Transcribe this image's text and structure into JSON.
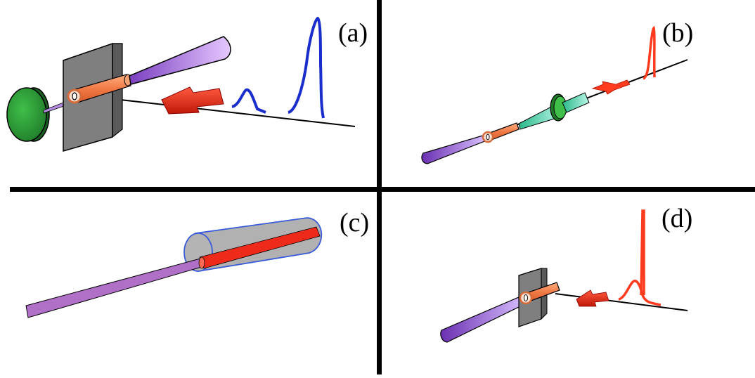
{
  "panels": {
    "a": {
      "label": "(a)"
    },
    "b": {
      "label": "(b)"
    },
    "c": {
      "label": "(c)"
    },
    "d": {
      "label": "(d)"
    }
  },
  "colors": {
    "divider": "#000000",
    "plate": "#7a7a7a",
    "plasma_channel": "#f07a45",
    "laser_pulse": "#b48ce0",
    "mirror": "#2e9a3a",
    "pulse_trace_blue": "#1a2ecc",
    "pulse_trace_red": "#ff3b1f",
    "arrow": "#e01010",
    "lens_cyan": "#6fe0c0",
    "sheath_gray": "#a0a0a0",
    "sheath_border": "#3a5bd9",
    "beam_purple": "#b070c8"
  }
}
